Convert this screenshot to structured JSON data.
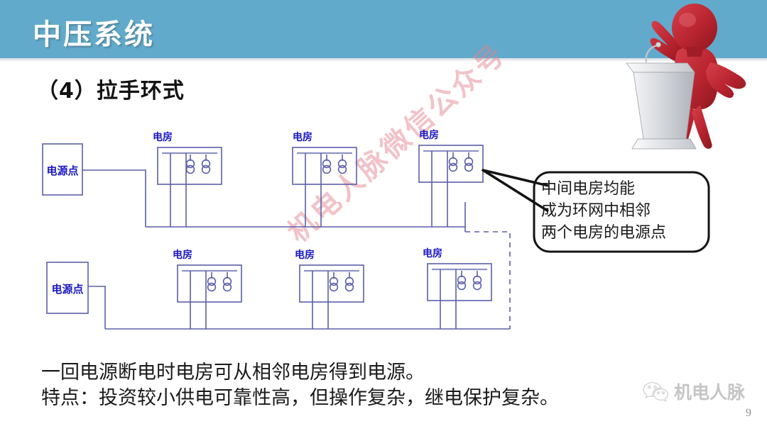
{
  "header": {
    "title": "中压系统",
    "bar_color": "#62aacb",
    "title_color": "#ffffff"
  },
  "subtitle": "（4）拉手环式",
  "diagram": {
    "line_color": "#5b5fa8",
    "label_color": "#1b17c4",
    "source_label": "电源点",
    "room_label": "电房",
    "rows": [
      {
        "name": "top-feeder",
        "source": {
          "label": "电源点"
        },
        "rooms": [
          {
            "label": "电房"
          },
          {
            "label": "电房"
          },
          {
            "label": "电房"
          }
        ]
      },
      {
        "name": "bottom-feeder",
        "source": {
          "label": "电源点"
        },
        "rooms": [
          {
            "label": "电房"
          },
          {
            "label": "电房"
          },
          {
            "label": "电房"
          }
        ]
      }
    ],
    "tie_line_style": "dashed"
  },
  "callout": {
    "lines": [
      "中间电房均能",
      "成为环网中相邻",
      "两个电房的电源点"
    ]
  },
  "body_text": {
    "lines": [
      "一回电源断电时电房可从相邻电房得到电源。",
      "特点：投资较小供电可靠性高，但操作复杂，继电保护复杂。"
    ]
  },
  "watermark": {
    "diagonal": "机电人脉微信公众号",
    "brand": "机电人脉",
    "brand_icon": "wechat-icon"
  },
  "page_number": "9"
}
